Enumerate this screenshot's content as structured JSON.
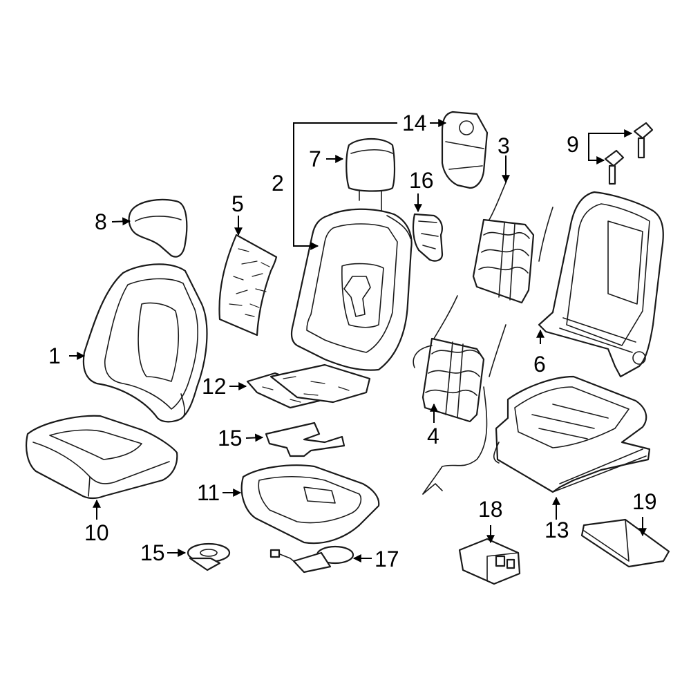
{
  "colors": {
    "highlight_fill": "#2f4fb5",
    "line": "#1a1a1a",
    "background": "#ffffff"
  },
  "callouts": [
    {
      "id": "1",
      "label": "1"
    },
    {
      "id": "2",
      "label": "2"
    },
    {
      "id": "3",
      "label": "3"
    },
    {
      "id": "4",
      "label": "4"
    },
    {
      "id": "5",
      "label": "5",
      "highlighted": true
    },
    {
      "id": "6",
      "label": "6"
    },
    {
      "id": "7",
      "label": "7"
    },
    {
      "id": "8",
      "label": "8"
    },
    {
      "id": "9",
      "label": "9"
    },
    {
      "id": "10",
      "label": "10"
    },
    {
      "id": "11",
      "label": "11"
    },
    {
      "id": "12",
      "label": "12"
    },
    {
      "id": "13",
      "label": "13"
    },
    {
      "id": "14",
      "label": "14"
    },
    {
      "id": "15a",
      "label": "15"
    },
    {
      "id": "15b",
      "label": "15"
    },
    {
      "id": "16",
      "label": "16"
    },
    {
      "id": "17",
      "label": "17"
    },
    {
      "id": "18",
      "label": "18"
    },
    {
      "id": "19",
      "label": "19"
    }
  ]
}
